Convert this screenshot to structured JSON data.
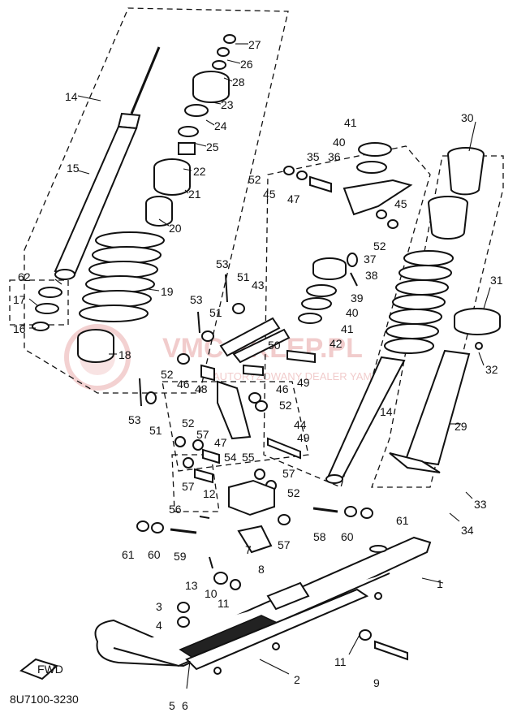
{
  "diagram_code": "8U7100-3230",
  "fwd_label": "FWD",
  "watermark": {
    "title": "VMC SKLEP.PL",
    "subtitle": "AUTORYZOWANY DEALER YAMAHA"
  },
  "callouts": [
    "1",
    "2",
    "3",
    "4",
    "5",
    "6",
    "7",
    "8",
    "9",
    "10",
    "11",
    "12",
    "13",
    "14",
    "15",
    "16",
    "17",
    "18",
    "19",
    "20",
    "21",
    "22",
    "23",
    "24",
    "25",
    "26",
    "27",
    "28",
    "29",
    "30",
    "31",
    "32",
    "33",
    "34",
    "35",
    "36",
    "37",
    "38",
    "39",
    "40",
    "41",
    "42",
    "43",
    "44",
    "45",
    "46",
    "47",
    "48",
    "49",
    "50",
    "51",
    "52",
    "53",
    "54",
    "55",
    "56",
    "57",
    "58",
    "59",
    "60",
    "61",
    "62"
  ],
  "colors": {
    "ink": "#111111",
    "watermark": "#e7a3a3"
  }
}
